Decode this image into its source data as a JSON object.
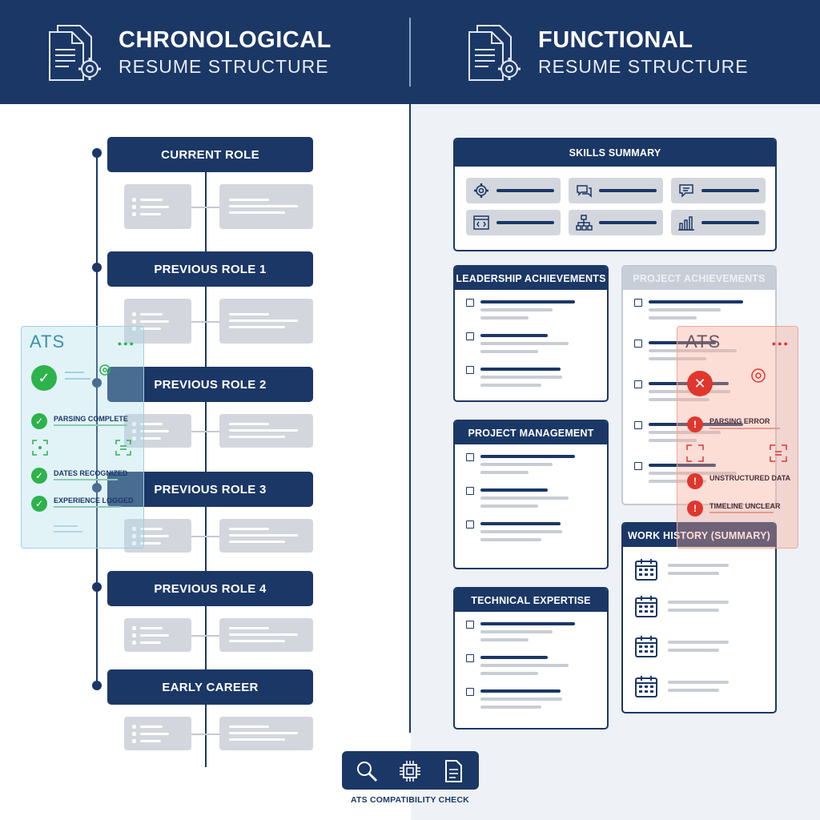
{
  "header": {
    "left": {
      "title": "CHRONOLOGICAL",
      "subtitle": "RESUME STRUCTURE"
    },
    "right": {
      "title": "FUNCTIONAL",
      "subtitle": "RESUME STRUCTURE"
    }
  },
  "chronological": {
    "roles": [
      "CURRENT ROLE",
      "PREVIOUS ROLE 1",
      "PREVIOUS ROLE 2",
      "PREVIOUS ROLE 3",
      "PREVIOUS ROLE 4",
      "EARLY CAREER"
    ]
  },
  "ats_pass": {
    "label": "ATS",
    "items": [
      "PARSING COMPLETE",
      "DATES RECOGNIZED",
      "EXPERIENCE LOGGED"
    ],
    "color": "#2eb24c"
  },
  "ats_fail": {
    "label": "ATS",
    "items": [
      "PARSING ERROR",
      "UNSTRUCTURED DATA",
      "TIMELINE UNCLEAR"
    ],
    "color": "#e0362e"
  },
  "functional": {
    "skills_summary": "SKILLS SUMMARY",
    "skill_icons": [
      "gear-icon",
      "chat-icon",
      "comment-icon",
      "code-icon",
      "network-icon",
      "chart-icon"
    ],
    "leadership": "LEADERSHIP ACHIEVEMENTS",
    "project_achievements": "PROJECT ACHIEVEMENTS",
    "project_management": "PROJECT MANAGEMENT",
    "technical_expertise": "TECHNICAL EXPERTISE",
    "work_history": "WORK HISTORY (SUMMARY)"
  },
  "footer": {
    "label": "ATS COMPATIBILITY CHECK",
    "icons": [
      "magnifier-icon",
      "chip-icon",
      "document-icon"
    ]
  },
  "colors": {
    "navy": "#1b3766",
    "placeholder": "#d3d6dc",
    "right_bg": "#eef1f5"
  }
}
